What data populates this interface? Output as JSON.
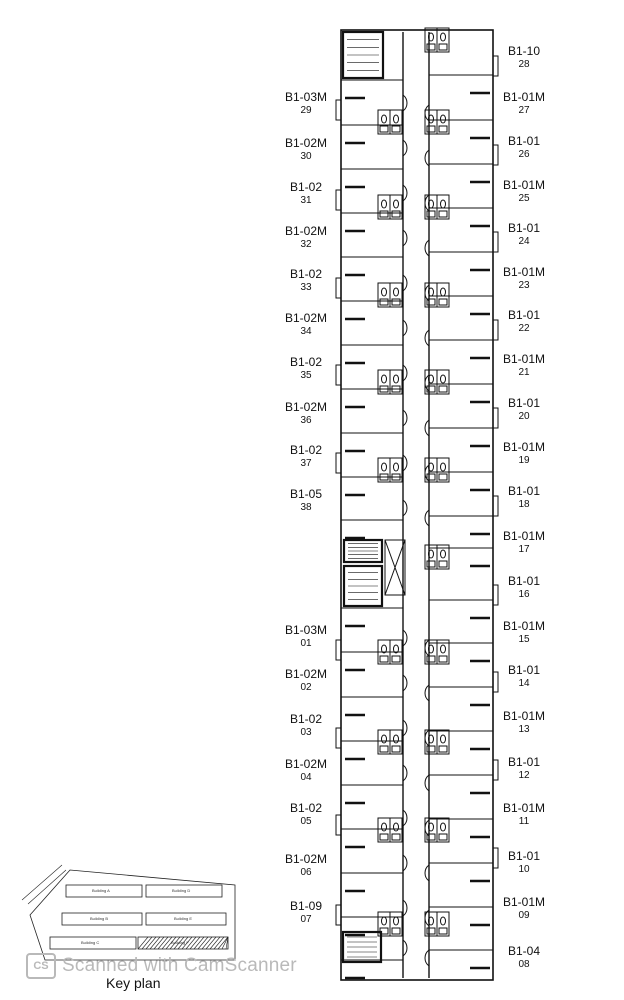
{
  "units_left": [
    {
      "type": "B1-03M",
      "number": "29"
    },
    {
      "type": "B1-02M",
      "number": "30"
    },
    {
      "type": "B1-02",
      "number": "31"
    },
    {
      "type": "B1-02M",
      "number": "32"
    },
    {
      "type": "B1-02",
      "number": "33"
    },
    {
      "type": "B1-02M",
      "number": "34"
    },
    {
      "type": "B1-02",
      "number": "35"
    },
    {
      "type": "B1-02M",
      "number": "36"
    },
    {
      "type": "B1-02",
      "number": "37"
    },
    {
      "type": "B1-05",
      "number": "38"
    },
    {
      "type": "B1-03M",
      "number": "01"
    },
    {
      "type": "B1-02M",
      "number": "02"
    },
    {
      "type": "B1-02",
      "number": "03"
    },
    {
      "type": "B1-02M",
      "number": "04"
    },
    {
      "type": "B1-02",
      "number": "05"
    },
    {
      "type": "B1-02M",
      "number": "06"
    },
    {
      "type": "B1-09",
      "number": "07"
    }
  ],
  "units_right": [
    {
      "type": "B1-10",
      "number": "28"
    },
    {
      "type": "B1-01M",
      "number": "27"
    },
    {
      "type": "B1-01",
      "number": "26"
    },
    {
      "type": "B1-01M",
      "number": "25"
    },
    {
      "type": "B1-01",
      "number": "24"
    },
    {
      "type": "B1-01M",
      "number": "23"
    },
    {
      "type": "B1-01",
      "number": "22"
    },
    {
      "type": "B1-01M",
      "number": "21"
    },
    {
      "type": "B1-01",
      "number": "20"
    },
    {
      "type": "B1-01M",
      "number": "19"
    },
    {
      "type": "B1-01",
      "number": "18"
    },
    {
      "type": "B1-01M",
      "number": "17"
    },
    {
      "type": "B1-01",
      "number": "16"
    },
    {
      "type": "B1-01M",
      "number": "15"
    },
    {
      "type": "B1-01",
      "number": "14"
    },
    {
      "type": "B1-01M",
      "number": "13"
    },
    {
      "type": "B1-01",
      "number": "12"
    },
    {
      "type": "B1-01M",
      "number": "11"
    },
    {
      "type": "B1-01",
      "number": "10"
    },
    {
      "type": "B1-01M",
      "number": "09"
    },
    {
      "type": "B1-04",
      "number": "08"
    }
  ],
  "key_plan": {
    "title": "Key plan",
    "buildings": [
      "Building A",
      "Building D",
      "Building B",
      "Building E",
      "Building C",
      "Building F"
    ]
  },
  "watermark": {
    "logo": "CS",
    "text": "Scanned with CamScanner"
  },
  "colors": {
    "line": "#111111",
    "watermark": "#b9b9b9",
    "hatch": "#333333"
  }
}
